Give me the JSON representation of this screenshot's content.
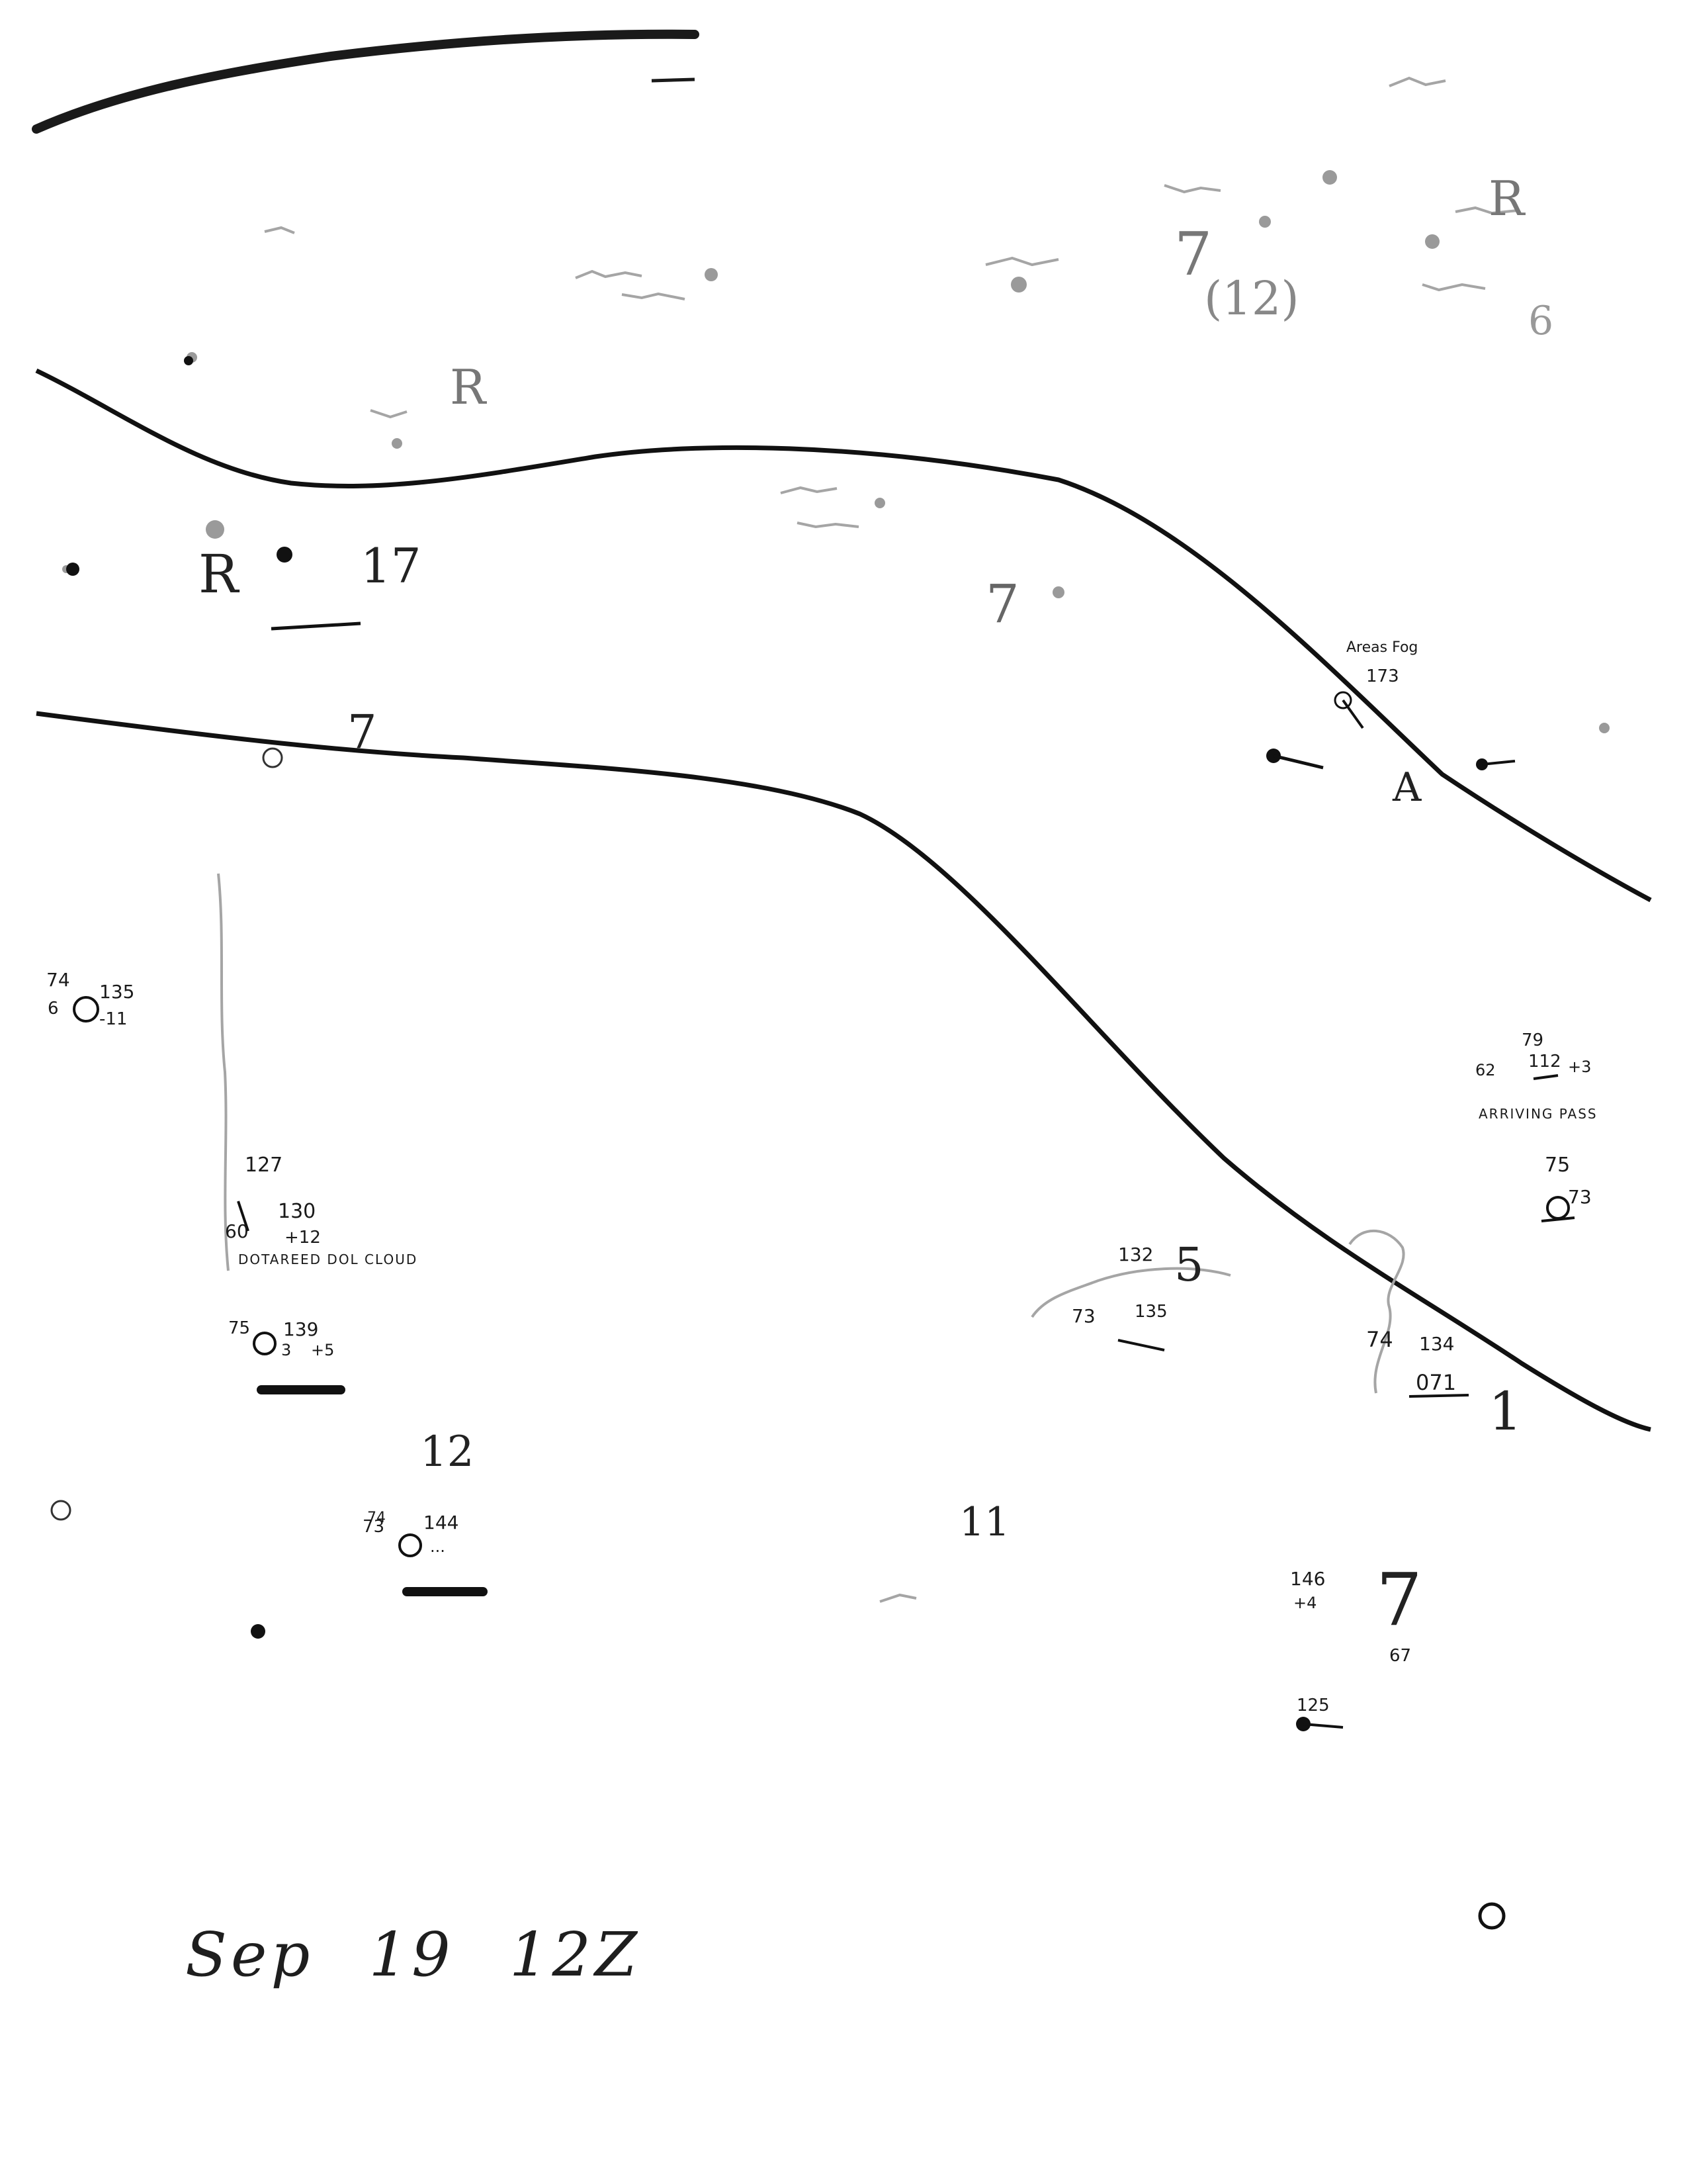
{
  "map": {
    "caption": {
      "month": "Sep",
      "day": "19",
      "time": "12Z"
    },
    "stations": {
      "s1": {
        "temp": "74",
        "pressure": "135",
        "dew": "6",
        "tendency": "-11"
      },
      "s2": {
        "temp": "75",
        "pressure": "139",
        "dew": "3",
        "tendency": "+5"
      },
      "s3": {
        "temp": "73",
        "pressure": "144",
        "tendency": "..."
      },
      "s4": {
        "pressure": "127",
        "pressure2": "130",
        "dew": "60",
        "tendency": "+12"
      },
      "s5": {
        "temp": "74",
        "pressure": "134",
        "dew": "5"
      },
      "s6": {
        "pressure": "132",
        "temp": "73",
        "value": "135"
      },
      "s7": {
        "temp": "79",
        "pressure": "112",
        "dew": "62",
        "tendency": "+3"
      },
      "s8": {
        "temp": "75",
        "pressure": "73"
      },
      "s9": {
        "temp": "74",
        "pressure": "134",
        "value": "071"
      },
      "s10": {
        "temp": "146",
        "dew": "+4"
      },
      "s11": {
        "pressure": "125"
      },
      "s12": {
        "temp": "67"
      },
      "s13": {
        "pressure": "173"
      }
    },
    "remarks": {
      "r1": "DOTAREED DOL CLOUD",
      "r2": "ARRIVING PASS",
      "r3": "Areas Fog"
    },
    "markers": {
      "m1": "17",
      "m2": "7",
      "m3": "7",
      "m4": "7",
      "m5": "5",
      "m6": "12",
      "m7": "11",
      "m8": "7",
      "m9": "1",
      "m10": "R",
      "m11": "R",
      "m12": "R",
      "m13": "A",
      "m14": "(12)",
      "m15": "6"
    }
  },
  "colors": {
    "ink": "#1a1a1a",
    "faint_ink": "#8a8a8a",
    "paper": "#ffffff"
  }
}
